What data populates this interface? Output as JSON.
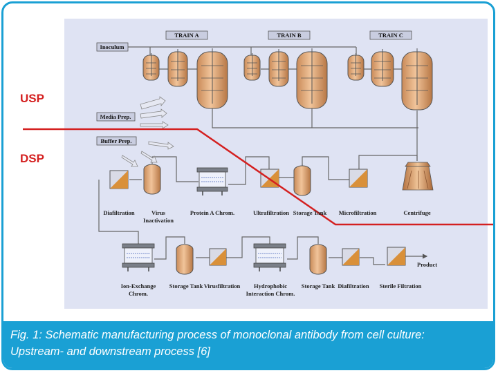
{
  "labels": {
    "train_a": "TRAIN A",
    "train_b": "TRAIN B",
    "train_c": "TRAIN C",
    "inoculum": "Inoculum",
    "media_prep": "Media Prep.",
    "buffer_prep": "Buffer Prep.",
    "usp": "USP",
    "dsp": "DSP",
    "diafiltration_1": "Diafiltration",
    "virus_inactivation_1": "Virus",
    "virus_inactivation_2": "Inactivation",
    "protein_a": "Protein A Chrom.",
    "ultrafiltration": "Ultrafiltration",
    "storage_tank_1": "Storage Tank",
    "microfiltration": "Microfiltration",
    "centrifuge": "Centrifuge",
    "ion_exchange_1": "Ion-Exchange",
    "ion_exchange_2": "Chrom.",
    "storage_tank_2": "Storage Tank",
    "virusfiltration": "Virusfiltration",
    "hic_1": "Hydrophobic",
    "hic_2": "Interaction Chrom.",
    "storage_tank_3": "Storage Tank",
    "diafiltration_2": "Diafiltration",
    "sterile_filtration": "Sterile Filtration",
    "product": "Product"
  },
  "caption": {
    "line1": "Fig. 1: Schematic manufacturing process of monoclonal antibody from cell culture:",
    "line2": "Upstream- and downstream process [6]"
  },
  "colors": {
    "frame": "#1aa0d4",
    "panel": "#dfe3f3",
    "vessel": "#e7b07f",
    "divider": "#d42020"
  }
}
